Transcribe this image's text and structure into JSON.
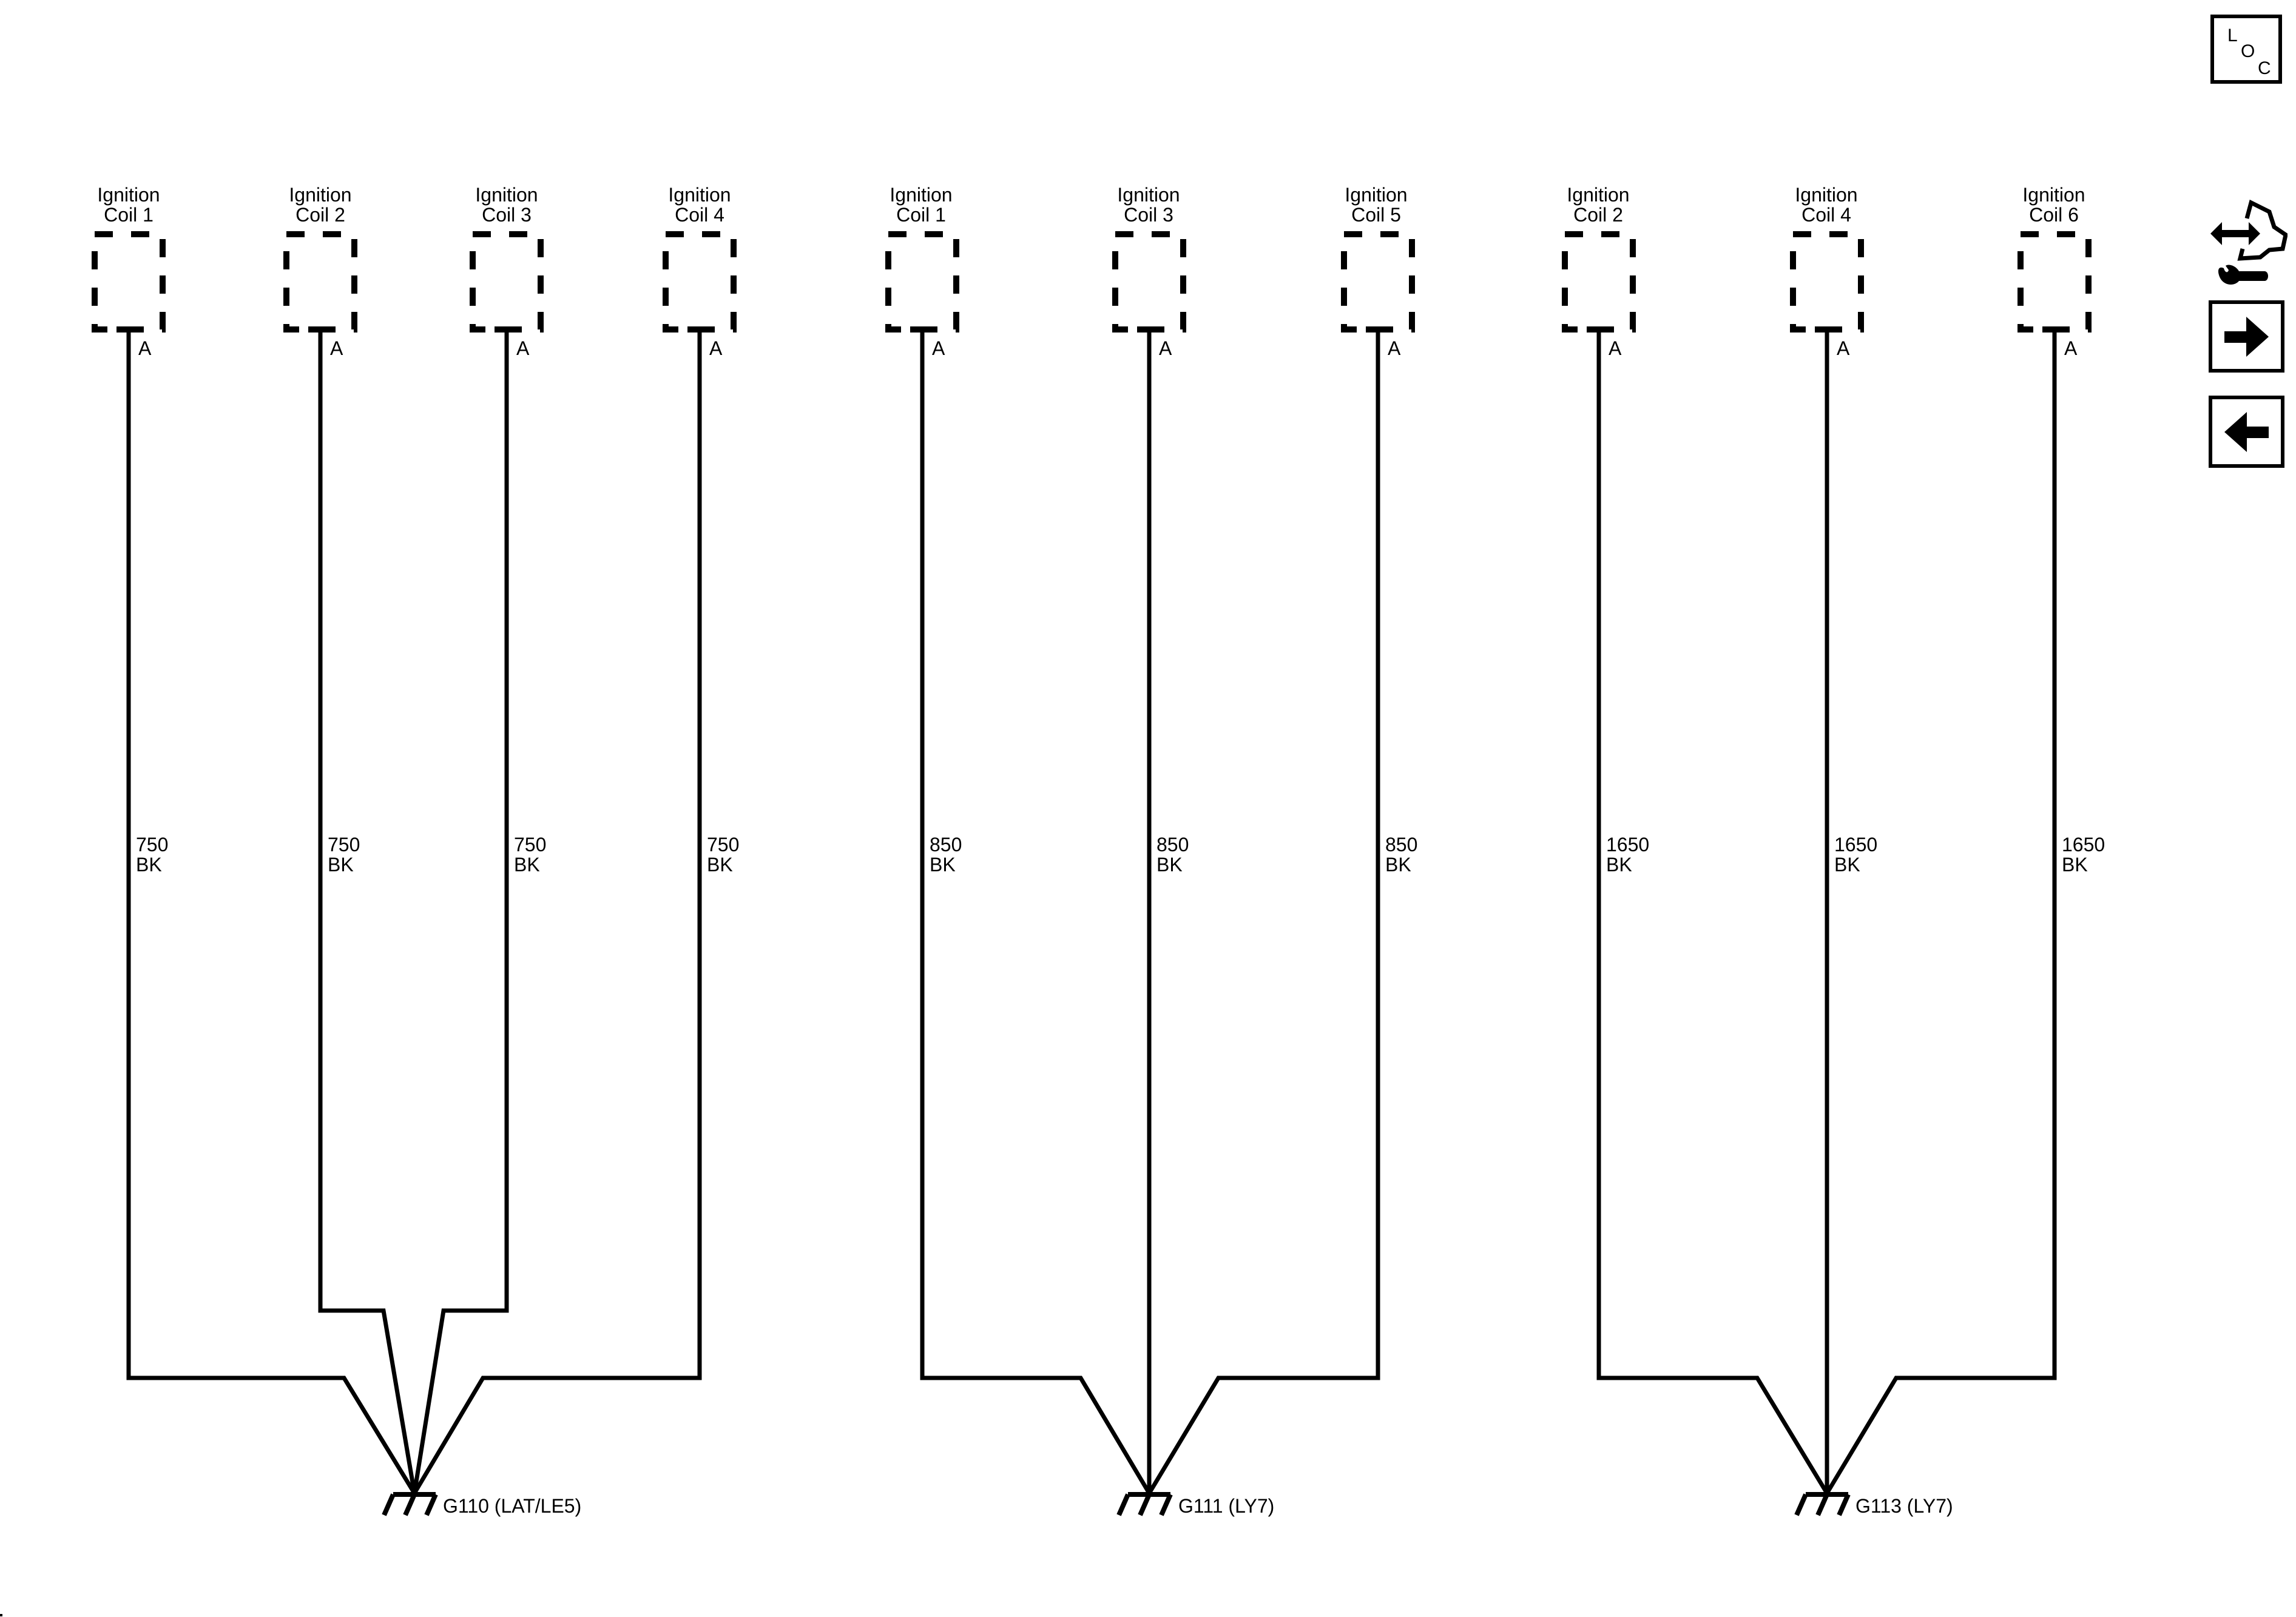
{
  "diagram": {
    "type": "wiring-schematic",
    "line_color": "#000000",
    "background": "#ffffff",
    "pin_label": "A",
    "groups": [
      {
        "ground": "G110 (LAT/LE5)",
        "wires": [
          {
            "component_line1": "Ignition",
            "component_line2": "Coil 1",
            "pin": "A",
            "gauge": "750",
            "color": "BK"
          },
          {
            "component_line1": "Ignition",
            "component_line2": "Coil 2",
            "pin": "A",
            "gauge": "750",
            "color": "BK"
          },
          {
            "component_line1": "Ignition",
            "component_line2": "Coil 3",
            "pin": "A",
            "gauge": "750",
            "color": "BK"
          },
          {
            "component_line1": "Ignition",
            "component_line2": "Coil 4",
            "pin": "A",
            "gauge": "750",
            "color": "BK"
          }
        ]
      },
      {
        "ground": "G111 (LY7)",
        "wires": [
          {
            "component_line1": "Ignition",
            "component_line2": "Coil 1",
            "pin": "A",
            "gauge": "850",
            "color": "BK"
          },
          {
            "component_line1": "Ignition",
            "component_line2": "Coil 3",
            "pin": "A",
            "gauge": "850",
            "color": "BK"
          },
          {
            "component_line1": "Ignition",
            "component_line2": "Coil 5",
            "pin": "A",
            "gauge": "850",
            "color": "BK"
          }
        ]
      },
      {
        "ground": "G113 (LY7)",
        "wires": [
          {
            "component_line1": "Ignition",
            "component_line2": "Coil 2",
            "pin": "A",
            "gauge": "1650",
            "color": "BK"
          },
          {
            "component_line1": "Ignition",
            "component_line2": "Coil 4",
            "pin": "A",
            "gauge": "1650",
            "color": "BK"
          },
          {
            "component_line1": "Ignition",
            "component_line2": "Coil 6",
            "pin": "A",
            "gauge": "1650",
            "color": "BK"
          }
        ]
      }
    ]
  },
  "side_toolbar": {
    "loc_button": {
      "letters": [
        "L",
        "O",
        "C"
      ],
      "icon": "location-icon"
    },
    "connector_repair_button": {
      "icon": "connector-wrench-icon"
    },
    "next_button": {
      "icon": "arrow-right-icon"
    },
    "previous_button": {
      "icon": "arrow-left-icon"
    }
  }
}
